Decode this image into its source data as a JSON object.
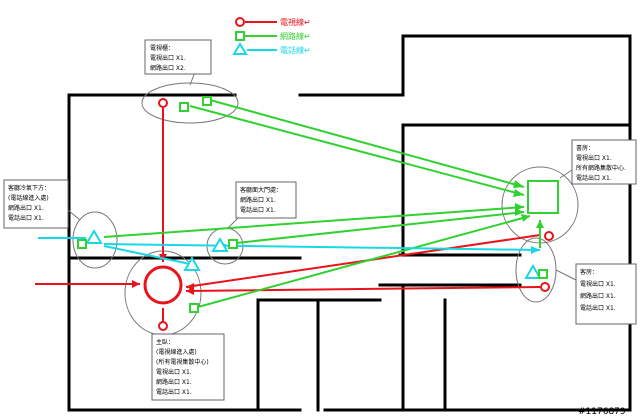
{
  "legend": [
    {
      "label": "電視線↵",
      "color": "#e8141b",
      "symbol": "circle"
    },
    {
      "label": "網路線↵",
      "color": "#30d130",
      "symbol": "square"
    },
    {
      "label": "電話線↵",
      "color": "#1ad7e6",
      "symbol": "triangle"
    }
  ],
  "notes": {
    "tv_cabinet": [
      "電視櫃：",
      "電視出口 X1.",
      "網路出口 X2."
    ],
    "living_lower": [
      "客廳冷氣下方：",
      "(電話線進入處)",
      "網路出口 X1.",
      "電話出口 X1."
    ],
    "living_door": [
      "客廳面大門處：",
      "網路出口 X1.",
      "電話出口 X1."
    ],
    "study": [
      "書房：",
      "電視出口 X1.",
      "所有網路集散中心.",
      "電話出口 X1."
    ],
    "guest": [
      "客房：",
      "電視出口 X1.",
      "網路出口 X1.",
      "電話出口 X1."
    ],
    "master": [
      "主臥：",
      "(電視線進入處)",
      "(所有電視集散中心)",
      "電視出口 X1.",
      "網路出口 X1.",
      "電話出口 X1."
    ]
  },
  "watermark": "#1176879"
}
